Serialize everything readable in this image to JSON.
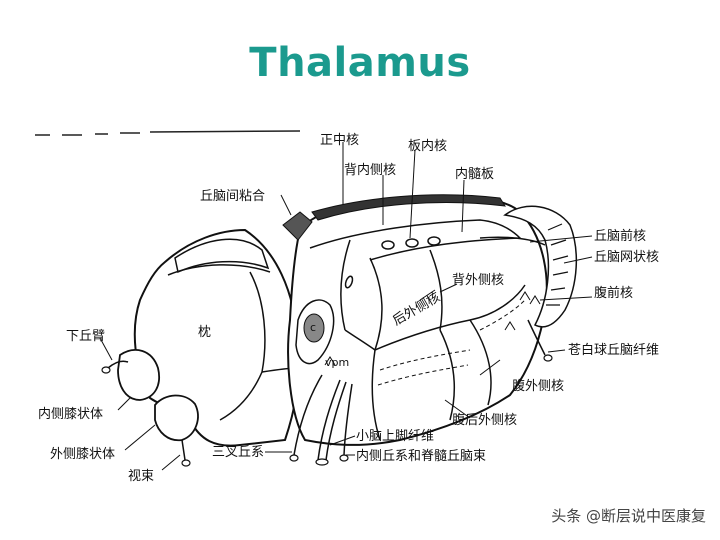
{
  "title": "Thalamus",
  "colors": {
    "title": "#1b9a8e",
    "ink": "#111111",
    "watermark": "#444444"
  },
  "labels": {
    "zheng_zhong_he": "正中核",
    "bei_nei_ce_he": "背内侧核",
    "ban_nei_he": "板内核",
    "nei_sui_ban": "内髓板",
    "qiu_nao_jian_nian_he": "丘脑间粘合",
    "qiu_nao_qian_he": "丘脑前核",
    "qiu_nao_wang_zhuang_he": "丘脑网状核",
    "bei_wai_ce_he": "背外侧核",
    "hou_wai_ce_he": "后外侧核",
    "fu_qian_he": "腹前核",
    "xia_qiu_bi": "下丘臂",
    "zhen": "枕",
    "c_mark": "c",
    "vpm": "vpm",
    "cang_bai_qiu": "苍白球丘脑纤维",
    "nei_ce_xi": "内侧膝状体",
    "fu_wai_ce_he": "腹外侧核",
    "fu_hou_wai_ce_he": "腹后外侧核",
    "wai_ce_xi": "外侧膝状体",
    "san_cha_qiu_xi": "三叉丘系",
    "xiao_nao": "小脑上脚纤维",
    "nei_ce_qiu_xi": "内侧丘系和脊髓丘脑束",
    "shi_shu": "视束"
  },
  "watermark": "头条 @断层说中医康复"
}
